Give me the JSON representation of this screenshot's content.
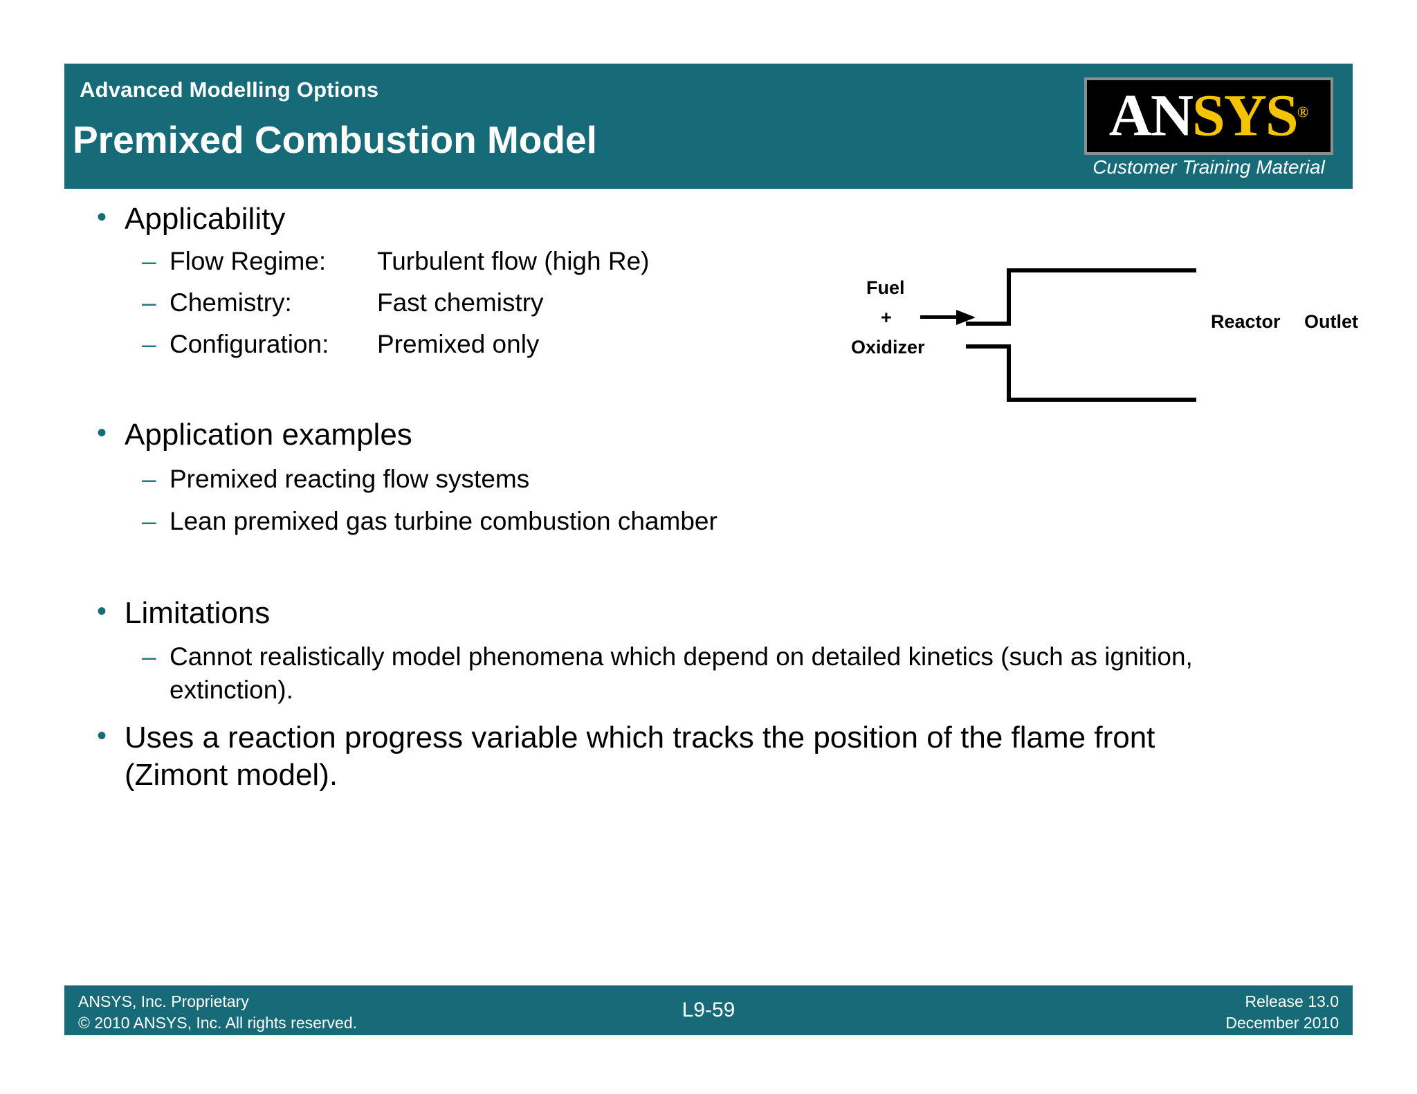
{
  "header": {
    "eyebrow": "Advanced Modelling Options",
    "title": "Premixed Combustion Model",
    "accent_color": "#176B78",
    "logo": {
      "text_white": "AN",
      "text_yellow": "SYS",
      "registered_mark": "®",
      "caption": "Customer Training Material",
      "white": "#FFFFFF",
      "yellow": "#F5C400",
      "background": "#000000"
    }
  },
  "content": {
    "sections": [
      {
        "bullet": "•",
        "heading": "Applicability",
        "sub_marker": "–",
        "subitems": [
          {
            "label": "Flow Regime:",
            "value": "Turbulent flow (high Re)"
          },
          {
            "label": "Chemistry:",
            "value": "Fast chemistry"
          },
          {
            "label": "Configuration:",
            "value": "Premixed only"
          }
        ]
      },
      {
        "bullet": "•",
        "heading": "Application examples",
        "sub_marker": "–",
        "subitems": [
          {
            "text": "Premixed reacting flow systems"
          },
          {
            "text": "Lean premixed gas turbine combustion chamber"
          }
        ]
      },
      {
        "bullet": "•",
        "heading": "Limitations",
        "sub_marker": "–",
        "subitems": [
          {
            "text": "Cannot realistically model phenomena which depend on detailed kinetics (such as ignition, extinction)."
          }
        ]
      }
    ],
    "closing_bullet": "•",
    "closing_text": "Uses a reaction progress variable which tracks the position of the flame front (Zimont model)."
  },
  "diagram": {
    "inlet_line1": "Fuel",
    "inlet_line2": "+",
    "inlet_line3": "Oxidizer",
    "body_label": "Reactor",
    "outlet_label": "Outlet",
    "line_color": "#000000"
  },
  "footer": {
    "proprietary": "ANSYS, Inc. Proprietary",
    "copyright": "© 2010 ANSYS, Inc.  All rights reserved.",
    "page": "L9-59",
    "release": "Release 13.0",
    "date": "December 2010"
  }
}
